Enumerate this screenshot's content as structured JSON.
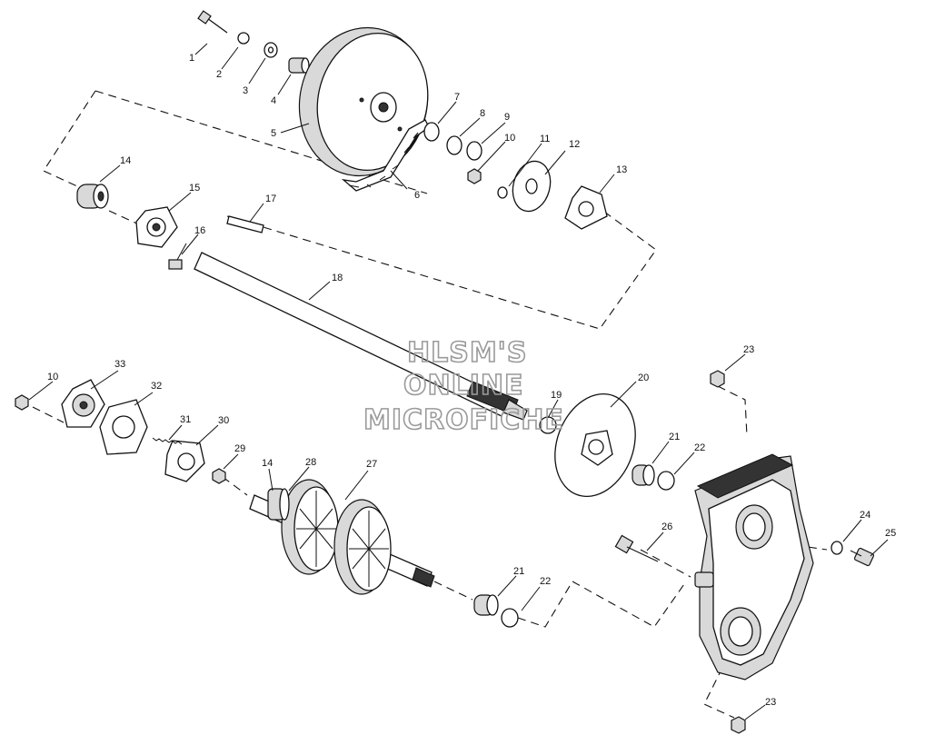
{
  "watermark": {
    "line1": "HLSM'S",
    "line2": "ONLINE",
    "line3": "MICROFICHE"
  },
  "callouts": {
    "c1": "1",
    "c2": "2",
    "c3": "3",
    "c4": "4",
    "c5": "5",
    "c6": "6",
    "c7": "7",
    "c8": "8",
    "c9": "9",
    "c10a": "10",
    "c10b": "10",
    "c11": "11",
    "c12": "12",
    "c13": "13",
    "c14a": "14",
    "c14b": "14",
    "c15": "15",
    "c16": "16",
    "c17": "17",
    "c18": "18",
    "c19": "19",
    "c20": "20",
    "c21a": "21",
    "c21b": "21",
    "c22a": "22",
    "c22b": "22",
    "c23a": "23",
    "c23b": "23",
    "c24": "24",
    "c25": "25",
    "c26": "26",
    "c27": "27",
    "c28": "28",
    "c29": "29",
    "c30": "30",
    "c31": "31",
    "c32": "32",
    "c33": "33"
  }
}
